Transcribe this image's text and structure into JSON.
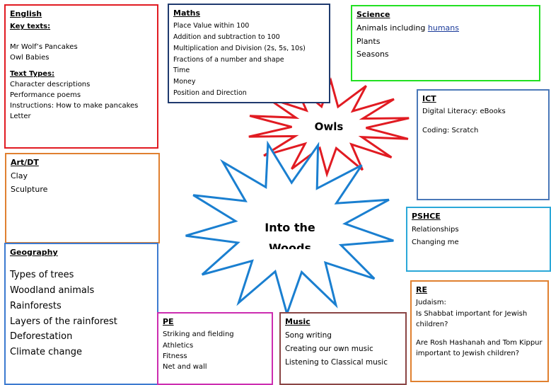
{
  "english": {
    "title": "English",
    "key_texts_heading": "Key texts:",
    "key_texts": [
      "Mr Wolf’s Pancakes",
      "Owl Babies"
    ],
    "text_types_heading": "Text Types:",
    "text_types": [
      "Character descriptions",
      "Performance poems",
      "Instructions: How to make pancakes",
      "Letter"
    ]
  },
  "maths": {
    "title": "Maths",
    "items": [
      "Place Value within 100",
      "Addition and subtraction to 100",
      "Multiplication and Division (2s, 5s, 10s)",
      "Fractions of a number and shape",
      "Time",
      "Money",
      "Position and Direction"
    ]
  },
  "science": {
    "title": "Science",
    "item1_prefix": "Animals including ",
    "item1_link": "humans",
    "items": [
      "Plants",
      "Seasons"
    ]
  },
  "ict": {
    "title": "ICT",
    "items": [
      "Digital Literacy: eBooks",
      "Coding: Scratch"
    ]
  },
  "art_dt": {
    "title": "Art/DT",
    "items": [
      "Clay",
      "Sculpture"
    ]
  },
  "pshce": {
    "title": "PSHCE",
    "items": [
      "Relationships",
      "Changing me"
    ]
  },
  "geography": {
    "title": "Geography",
    "items": [
      "Types of trees",
      "Woodland animals",
      "Rainforests",
      "Layers of the rainforest",
      "Deforestation",
      "Climate change"
    ]
  },
  "pe": {
    "title": "PE",
    "items": [
      "Striking and fielding",
      "Athletics",
      "Fitness",
      "Net and wall"
    ]
  },
  "music": {
    "title": "Music",
    "items": [
      "Song writing",
      "Creating our own music",
      "Listening to Classical music"
    ]
  },
  "re": {
    "title": "RE",
    "q1": [
      "Judaism:",
      "Is Shabbat important for Jewish",
      "children?"
    ],
    "q2": [
      "Are Rosh Hashanah and Tom Kippur",
      "important to Jewish children?"
    ]
  },
  "stars": {
    "class_name": "Owls",
    "topic_line1": "Into the",
    "topic_line2": "Woods",
    "owls_color": "#e11b22",
    "topic_color": "#1a7fd0"
  }
}
